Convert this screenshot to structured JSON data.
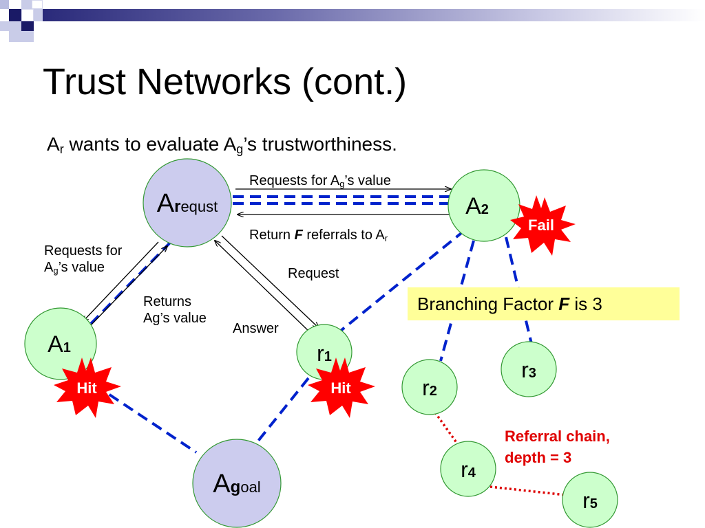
{
  "slide": {
    "title": "Trust Networks (cont.)",
    "subtitle": {
      "part1": "A",
      "sub1": "r",
      "part2": " wants to evaluate A",
      "sub2": "g",
      "part3": "’s trustworthiness."
    }
  },
  "colors": {
    "requester_node_fill": "#ccccee",
    "agent_node_fill": "#ccffcc",
    "node_stroke": "#339933",
    "dashed_link": "#0022cc",
    "referral_chain": "#dd0000",
    "burst_fill": "#ff0000",
    "highlight_box": "#ffff99",
    "deco_navy": "#1a1a66"
  },
  "nodes": {
    "a_request": {
      "main": "A",
      "rest_bold": "r",
      "rest": "equst"
    },
    "a_goal": {
      "main": "A",
      "rest_bold": "g",
      "rest": "oal"
    },
    "a2": {
      "main": "A",
      "sub": "2"
    },
    "a1": {
      "main": "A",
      "sub": "1"
    },
    "r1": {
      "main": "r",
      "sub": "1"
    },
    "r2": {
      "main": "r",
      "sub": "2"
    },
    "r3": {
      "main": "r",
      "sub": "3"
    },
    "r4": {
      "main": "r",
      "sub": "4"
    },
    "r5": {
      "main": "r",
      "sub": "5"
    }
  },
  "badges": {
    "fail": "Fail",
    "hit_a1": "Hit",
    "hit_r1": "Hit"
  },
  "labels": {
    "requests_top": {
      "text": "Requests for A",
      "sub": "g",
      "tail": "’s value"
    },
    "return_referrals": {
      "text1": "Return ",
      "bold_italic": "F",
      "text2": " referrals to A",
      "sub": "r"
    },
    "requests_left": {
      "line1": "Requests for",
      "line2_a": "A",
      "line2_sub": "g",
      "line2_b": "’s value"
    },
    "returns": {
      "line1": "Returns",
      "line2": "Ag’s value"
    },
    "request": "Request",
    "answer": "Answer"
  },
  "branching": {
    "text": "Branching Factor ",
    "factor": "F",
    "suffix": " is 3"
  },
  "referral_chain": {
    "line1": "Referral chain,",
    "line2": "depth = 3"
  }
}
